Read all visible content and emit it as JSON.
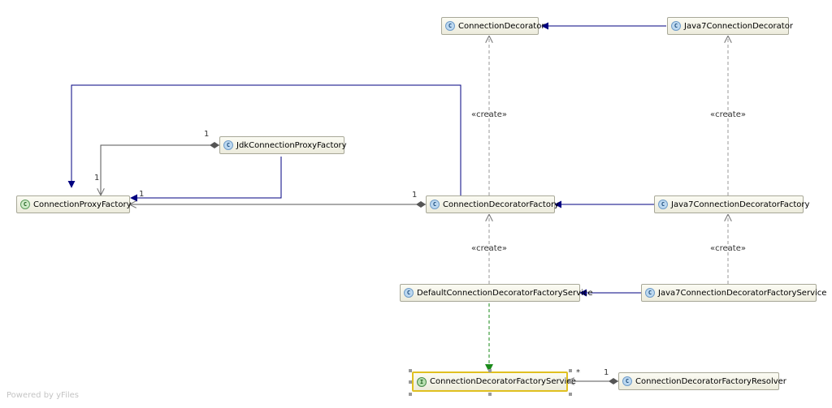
{
  "classes": {
    "connection_decorator": "ConnectionDecorator",
    "java7_connection_decorator": "Java7ConnectionDecorator",
    "jdk_connection_proxy_factory": "JdkConnectionProxyFactory",
    "connection_proxy_factory": "ConnectionProxyFactory",
    "connection_decorator_factory": "ConnectionDecoratorFactory",
    "java7_connection_decorator_factory": "Java7ConnectionDecoratorFactory",
    "default_connection_decorator_factory_service": "DefaultConnectionDecoratorFactoryService",
    "java7_connection_decorator_factory_service": "Java7ConnectionDecoratorFactoryService",
    "connection_decorator_factory_service": "ConnectionDecoratorFactoryService",
    "connection_decorator_factory_resolver": "ConnectionDecoratorFactoryResolver"
  },
  "icons": {
    "class": "C",
    "interface": "I"
  },
  "stereotypes": {
    "create": "«create»"
  },
  "multiplicity": {
    "one": "1",
    "many": "*"
  },
  "watermark": "Powered by yFiles",
  "colors": {
    "inheritance_edge": "#000080",
    "dependency_edge": "#9a9a9a",
    "implementation_edge": "#1a8a1a",
    "association_edge": "#555555",
    "selection_border": "#e0c020"
  }
}
